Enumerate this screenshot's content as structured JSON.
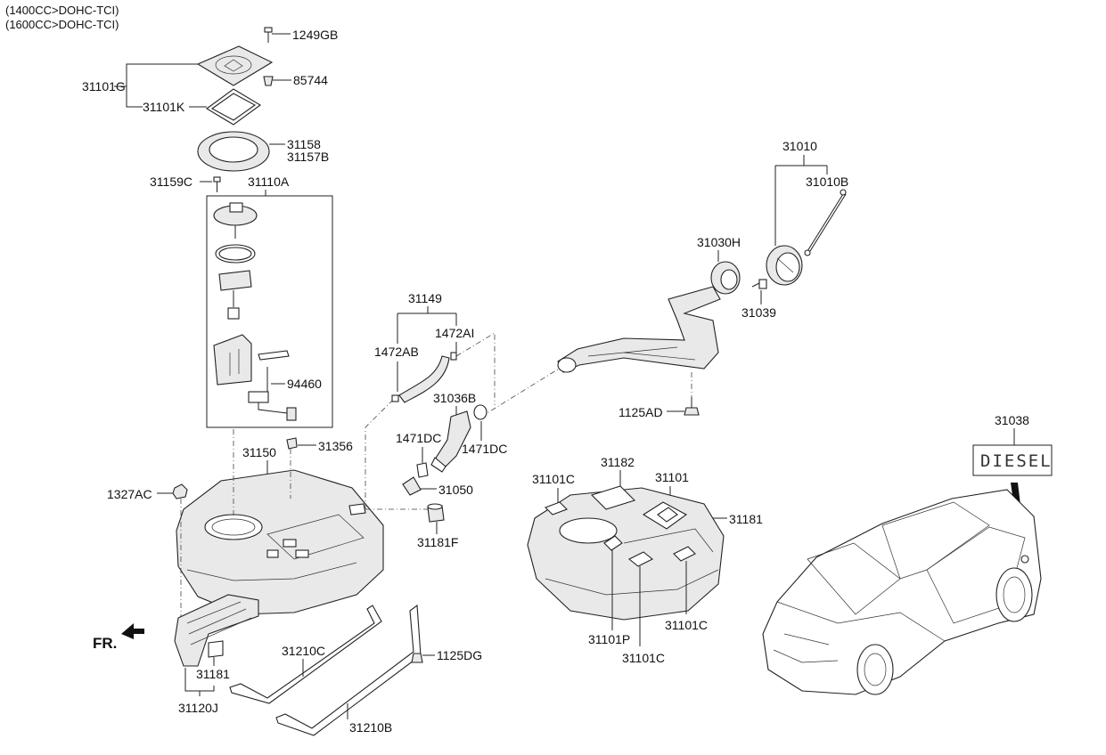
{
  "header": {
    "engine_line_1": "(1400CC>DOHC-TCI)",
    "engine_line_2": "(1600CC>DOHC-TCI)"
  },
  "labels": {
    "p1249GB": "1249GB",
    "p31101G": "31101G",
    "p85744": "85744",
    "p31101K": "31101K",
    "p31158": "31158",
    "p31157B": "31157B",
    "p31159C": "31159C",
    "p31110A": "31110A",
    "p94460": "94460",
    "p31356": "31356",
    "p31150": "31150",
    "p1327AC": "1327AC",
    "p31149": "31149",
    "p1472AB": "1472AB",
    "p1472AI": "1472AI",
    "p31036B": "31036B",
    "p1471DC_left": "1471DC",
    "p1471DC_right": "1471DC",
    "p31050": "31050",
    "p31181F": "31181F",
    "p31010": "31010",
    "p31010B": "31010B",
    "p31030H": "31030H",
    "p31039": "31039",
    "p1125AD": "1125AD",
    "p31038": "31038",
    "p31182": "31182",
    "p31101C_a": "31101C",
    "p31101": "31101",
    "p31181_right": "31181",
    "p31101P": "31101P",
    "p31101C_b": "31101C",
    "p31101C_c": "31101C",
    "p31210C": "31210C",
    "p1125DG": "1125DG",
    "p31181_left": "31181",
    "p31120J": "31120J",
    "p31210B": "31210B",
    "fr": "FR.",
    "diesel_badge": "DIESEL"
  },
  "colors": {
    "line": "#222222",
    "part_fill": "#e9e9e9",
    "background": "#ffffff"
  }
}
